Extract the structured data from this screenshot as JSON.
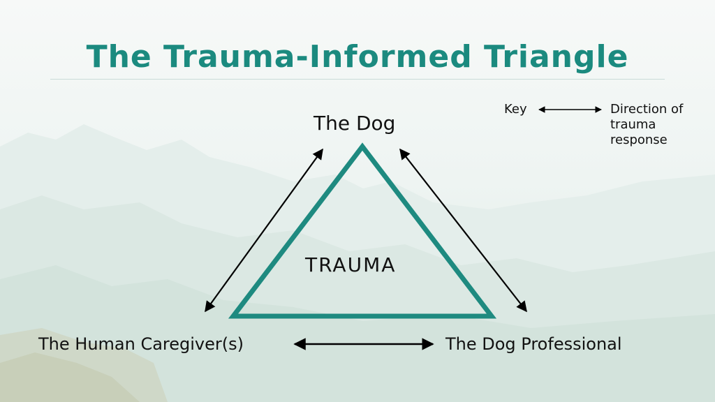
{
  "title": "The Trauma-Informed Triangle",
  "center": "TRAUMA",
  "nodes": {
    "top": "The Dog",
    "left": "The Human Caregiver(s)",
    "right": "The Dog Professional"
  },
  "key": {
    "label": "Key",
    "description": "Direction of trauma response"
  },
  "colors": {
    "accent": "#1b8a7f",
    "triangle": "#1e8a80",
    "arrow": "#000000",
    "text": "#111111"
  }
}
